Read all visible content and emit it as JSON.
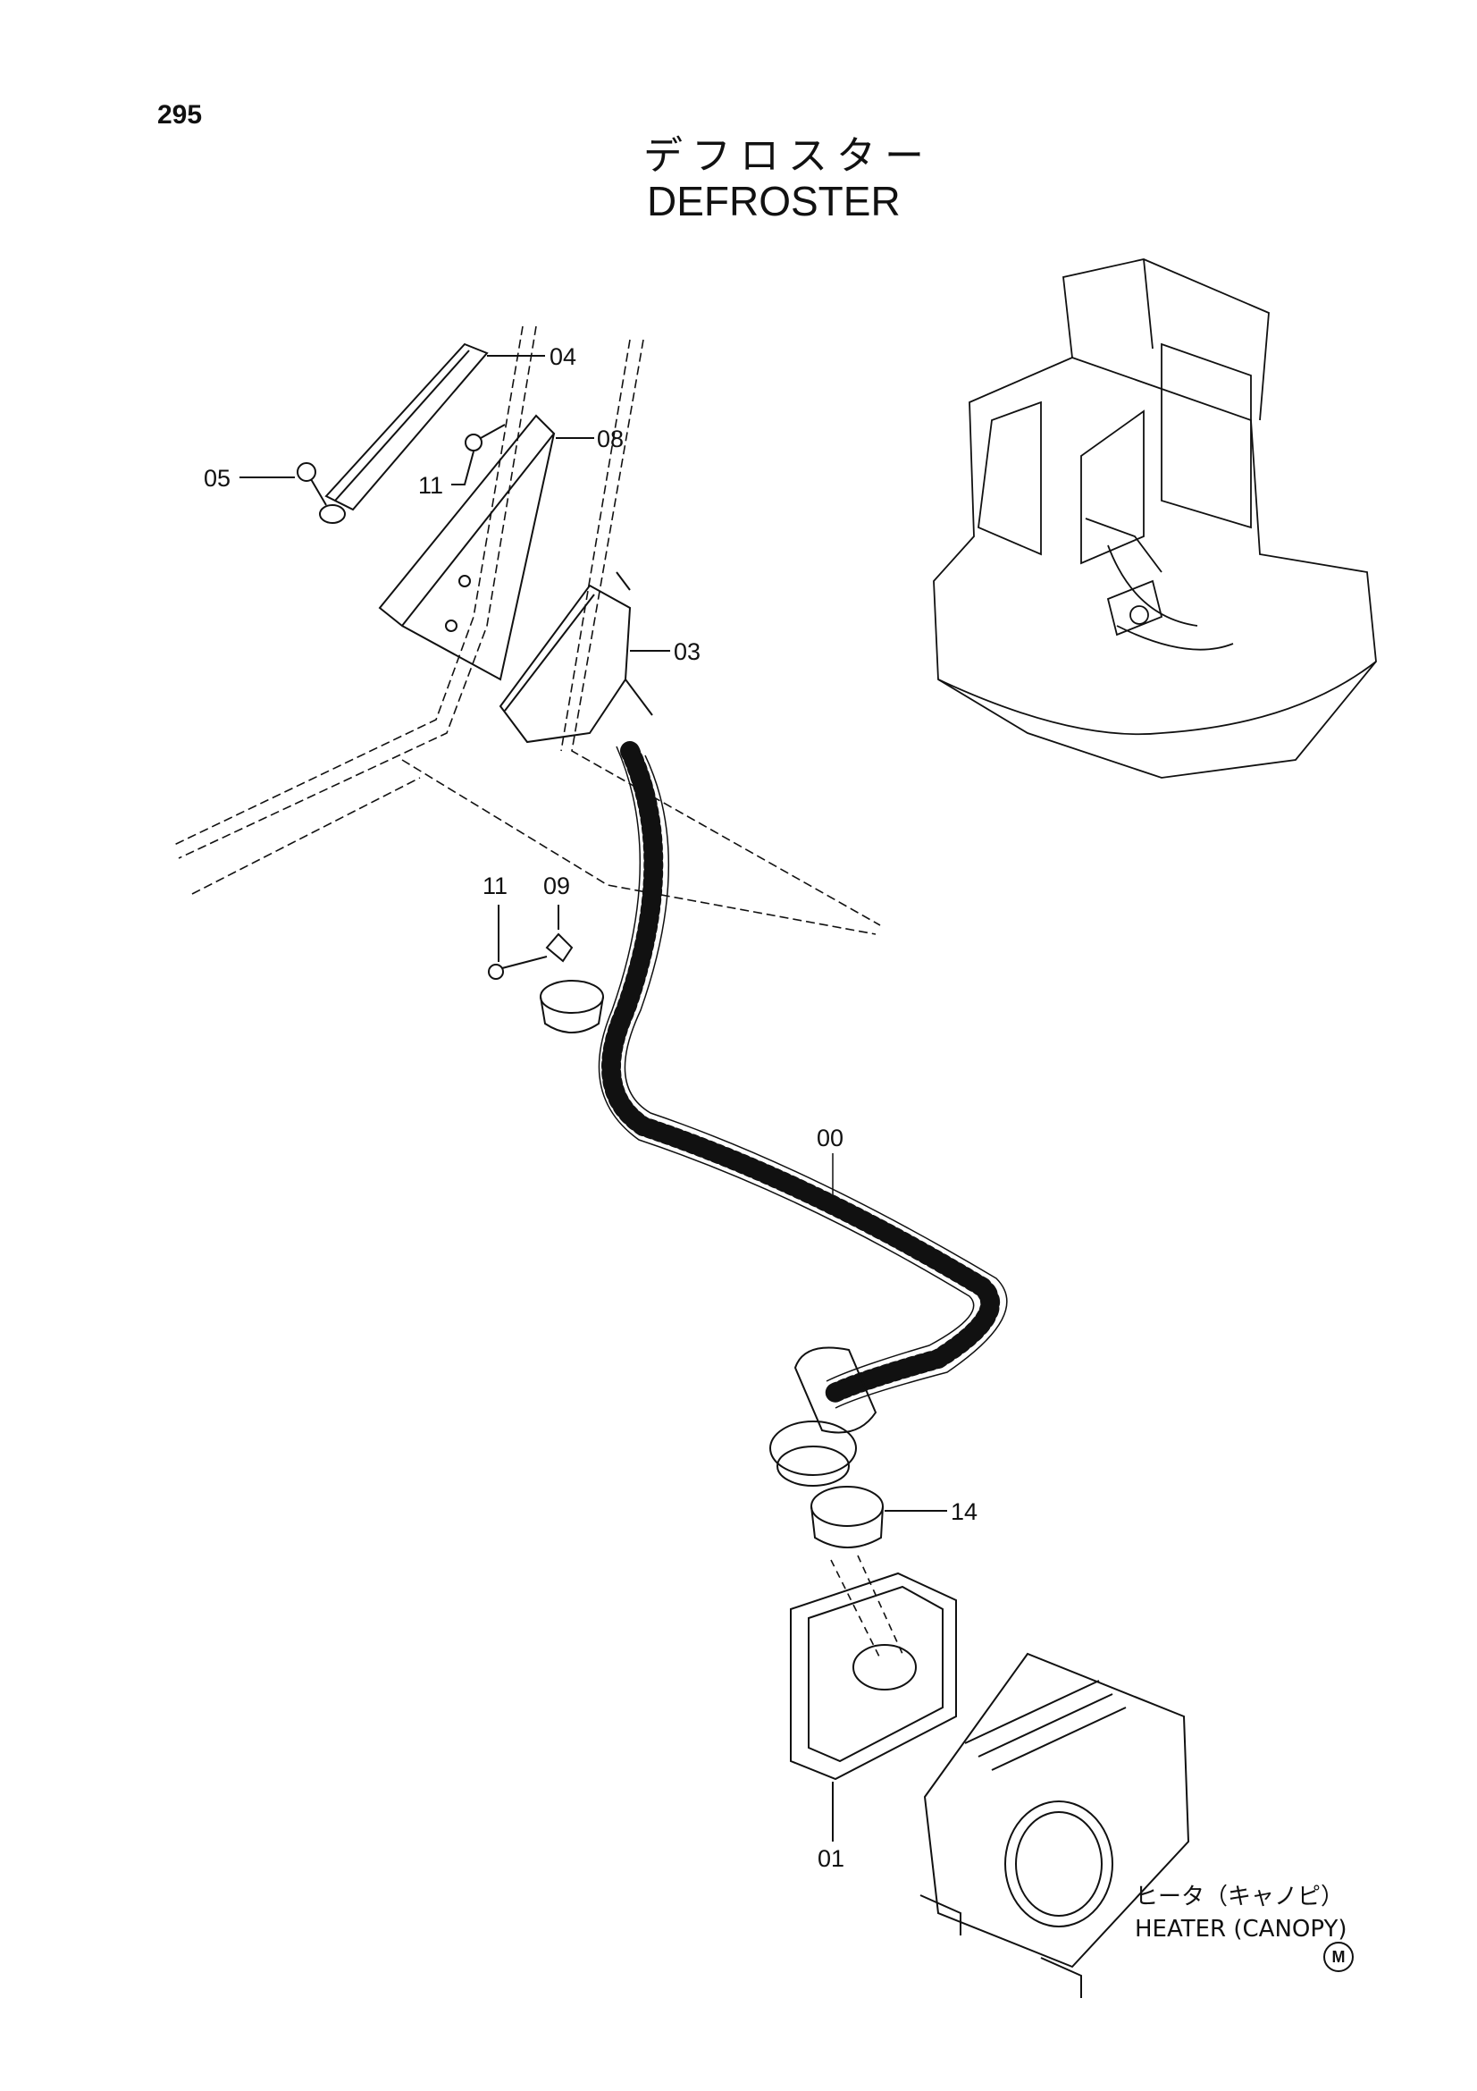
{
  "page": {
    "number": "295",
    "title_jp": "デフロスター",
    "title_en": "DEFROSTER",
    "corner_mark": "M"
  },
  "callouts": {
    "c04": "04",
    "c08": "08",
    "c05": "05",
    "c11a": "11",
    "c03": "03",
    "c09": "09",
    "c11b": "11",
    "c00": "00",
    "c14": "14",
    "c01": "01"
  },
  "heater_note": {
    "jp": "ヒータ（キャノピ）",
    "en": "HEATER (CANOPY)"
  }
}
